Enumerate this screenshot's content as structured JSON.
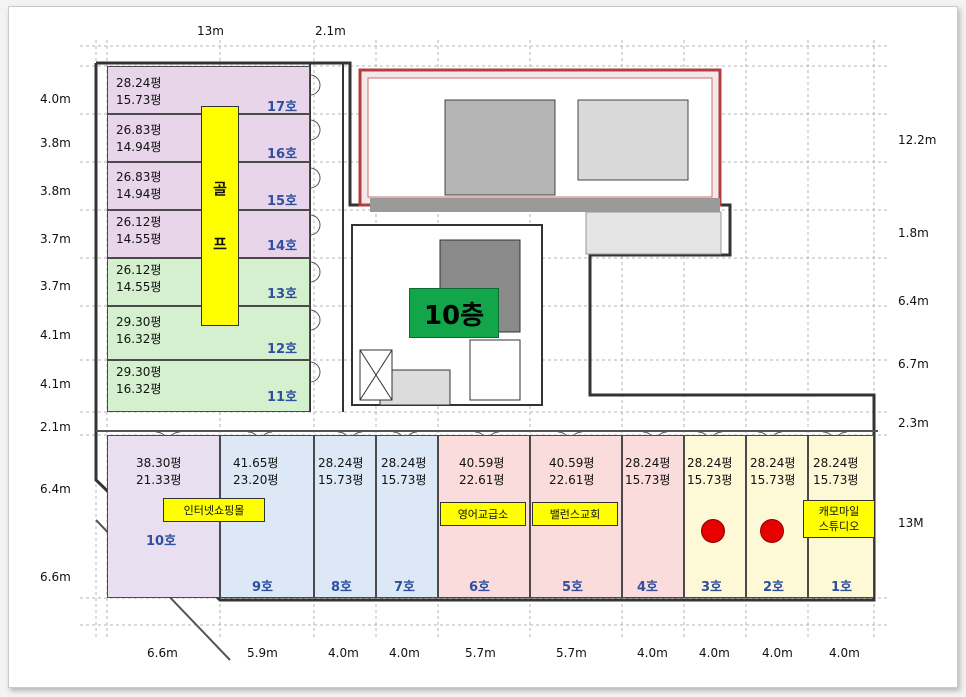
{
  "top_dims": [
    "13m",
    "2.1m"
  ],
  "left_dims": [
    "4.0m",
    "3.8m",
    "3.8m",
    "3.7m",
    "3.7m",
    "4.1m",
    "4.1m",
    "2.1m",
    "6.4m",
    "6.6m"
  ],
  "right_dims": [
    "12.2m",
    "1.8m",
    "6.4m",
    "6.7m",
    "2.3m",
    "13M"
  ],
  "bottom_dims": [
    "6.6m",
    "5.9m",
    "4.0m",
    "4.0m",
    "5.7m",
    "5.7m",
    "4.0m",
    "4.0m",
    "4.0m",
    "4.0m"
  ],
  "floor_label": "10층",
  "golf_tag": [
    "골",
    "프"
  ],
  "left_units": [
    {
      "num": "17호",
      "a": "28.24평",
      "b": "15.73평",
      "color": "#e8d5ea"
    },
    {
      "num": "16호",
      "a": "26.83평",
      "b": "14.94평",
      "color": "#e8d5ea"
    },
    {
      "num": "15호",
      "a": "26.83평",
      "b": "14.94평",
      "color": "#e8d5ea"
    },
    {
      "num": "14호",
      "a": "26.12평",
      "b": "14.55평",
      "color": "#e8d5ea"
    },
    {
      "num": "13호",
      "a": "26.12평",
      "b": "14.55평",
      "color": "#d4f0cf"
    },
    {
      "num": "12호",
      "a": "29.30평",
      "b": "16.32평",
      "color": "#d4f0cf"
    },
    {
      "num": "11호",
      "a": "29.30평",
      "b": "16.32평",
      "color": "#d4f0cf"
    }
  ],
  "bottom_units": [
    {
      "num": "10호",
      "a": "38.30평",
      "b": "21.33평",
      "color": "#eadff0"
    },
    {
      "num": "9호",
      "a": "41.65평",
      "b": "23.20평",
      "color": "#dce8f6"
    },
    {
      "num": "8호",
      "a": "28.24평",
      "b": "15.73평",
      "color": "#dce8f6"
    },
    {
      "num": "7호",
      "a": "28.24평",
      "b": "15.73평",
      "color": "#dce8f6"
    },
    {
      "num": "6호",
      "a": "40.59평",
      "b": "22.61평",
      "color": "#fadcdc"
    },
    {
      "num": "5호",
      "a": "40.59평",
      "b": "22.61평",
      "color": "#fadcdc"
    },
    {
      "num": "4호",
      "a": "28.24평",
      "b": "15.73평",
      "color": "#fadcdc"
    },
    {
      "num": "3호",
      "a": "28.24평",
      "b": "15.73평",
      "color": "#fdf8d6"
    },
    {
      "num": "2호",
      "a": "28.24평",
      "b": "15.73평",
      "color": "#fdf8d6"
    },
    {
      "num": "1호",
      "a": "28.24평",
      "b": "15.73평",
      "color": "#fdf8d6"
    }
  ],
  "tags": {
    "internet_shop": "인터넷쇼핑몰",
    "english": "영어교급소",
    "balance": "밸런스교회",
    "kkaemo": [
      "캐모마일",
      "스튜디오"
    ]
  }
}
